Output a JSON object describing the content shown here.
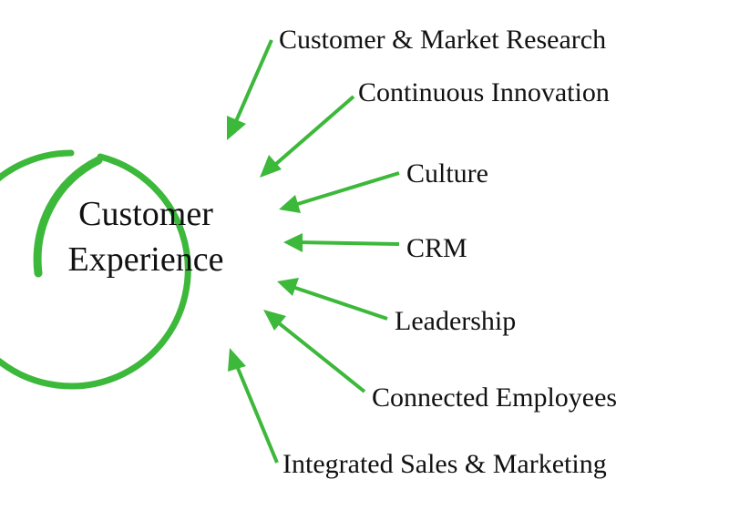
{
  "center": {
    "line1": "Customer",
    "line2": "Experience"
  },
  "factors": [
    "Customer & Market Research",
    "Continuous Innovation",
    "Culture",
    "CRM",
    "Leadership",
    "Connected Employees",
    "Integrated Sales & Marketing"
  ],
  "colors": {
    "accent": "#3cb83a",
    "text": "#111111"
  }
}
